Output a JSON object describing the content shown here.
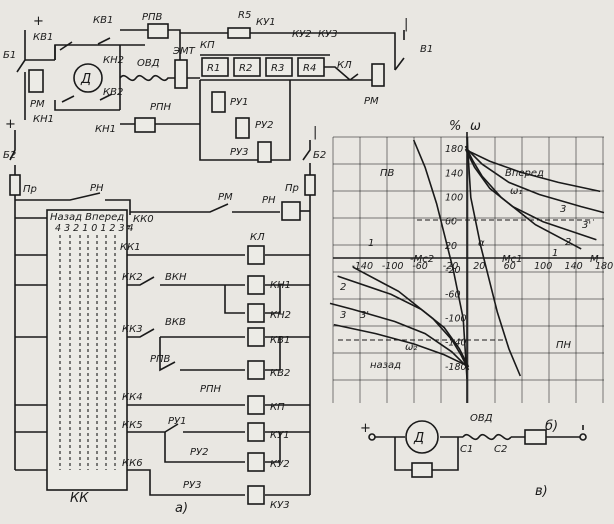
{
  "schematic_a": {
    "top": {
      "plus": "+",
      "minus": "|",
      "b1": "Б1",
      "v1": "В1",
      "rm_left": "РМ",
      "rm_right": "РМ",
      "kv1": "КВ1",
      "rpv": "РПВ",
      "r5": "R5",
      "ku1": "КУ1",
      "ku2": "КУ2",
      "ku3": "КУ3",
      "kn2": "КН2",
      "kp": "КП",
      "d": "Д",
      "ovd": "ОВД",
      "emt": "ЭМТ",
      "r1": "R1",
      "r2": "R2",
      "r3": "R3",
      "r4": "R4",
      "kl": "КЛ",
      "kv2": "КВ2",
      "kn1a": "КН1",
      "kn1b": "КН1",
      "rpn": "РПН",
      "ru1": "РУ1",
      "ru2": "РУ2",
      "ru3": "РУ3"
    },
    "control": {
      "plus": "+",
      "minus": "|",
      "b2_left": "Б2",
      "b2_right": "Б2",
      "pr_left": "Пр",
      "pr_right": "Пр",
      "rn_top": "РН",
      "rm": "РМ",
      "rn_coil": "РН",
      "header": "Назад Вперед",
      "positions": "4 3 2 1 0 1 2 3 4",
      "kk0": "КК0",
      "kk1": "КК1",
      "kl": "КЛ",
      "kk2": "КК2",
      "vkn": "ВКН",
      "kn1": "КН1",
      "kn2": "КН2",
      "vkv": "ВКВ",
      "kk3": "КК3",
      "kv1": "КВ1",
      "rpv": "РПВ",
      "rpn": "РПН",
      "kv2": "КВ2",
      "kk4": "КК4",
      "kp": "КП",
      "kk5": "КК5",
      "ru1": "РУ1",
      "ku1": "КУ1",
      "ru2": "РУ2",
      "kk6": "КК6",
      "ru3": "РУ3",
      "ku2": "КУ2",
      "ku3": "КУ3",
      "kk": "КК",
      "fig": "а)"
    }
  },
  "chart_data": {
    "type": "line",
    "xlabel": "M",
    "ylabel": "ω",
    "ylabel2": "%",
    "x_ticks": [
      "-140",
      "-100",
      "-60",
      "-20",
      "20",
      "60",
      "100",
      "140",
      "180%"
    ],
    "y_ticks": [
      "180",
      "140",
      "100",
      "60",
      "20",
      "-20",
      "-60",
      "-100",
      "-140",
      "-180"
    ],
    "xlim": [
      -180,
      180
    ],
    "ylim": [
      -200,
      200
    ],
    "labels": {
      "pv": "ПВ",
      "pn": "ПН",
      "forward": "Вперед",
      "back": "назад",
      "omega1": "ω₁",
      "omega2": "ω₂",
      "alpha": "α",
      "mc1": "Mс1",
      "mc2": "-Mс2",
      "n1": "1",
      "n2": "2",
      "n3": "3",
      "n3p": "3'",
      "n1b": "1",
      "n2b": "2",
      "n3b": "3",
      "n3pb": "3'",
      "fig": "б)"
    },
    "series": [
      {
        "name": "",
        "points": [
          [
            -2,
            185
          ],
          [
            2,
            175
          ],
          [
            8,
            160
          ],
          [
            20,
            135
          ],
          [
            45,
            100
          ],
          [
            90,
            55
          ],
          [
            150,
            15
          ]
        ]
      },
      {
        "name": "",
        "points": [
          [
            -2,
            180
          ],
          [
            10,
            150
          ],
          [
            30,
            115
          ],
          [
            60,
            85
          ],
          [
            100,
            60
          ],
          [
            170,
            30
          ]
        ]
      },
      {
        "name": "",
        "points": [
          [
            0,
            180
          ],
          [
            20,
            155
          ],
          [
            55,
            125
          ],
          [
            95,
            105
          ],
          [
            150,
            85
          ],
          [
            180,
            75
          ]
        ]
      },
      {
        "name": "",
        "points": [
          [
            0,
            178
          ],
          [
            30,
            160
          ],
          [
            70,
            142
          ],
          [
            120,
            125
          ],
          [
            175,
            110
          ]
        ]
      },
      {
        "name": "",
        "points": [
          [
            2,
            -185
          ],
          [
            -2,
            -175
          ],
          [
            -8,
            -160
          ],
          [
            -20,
            -135
          ],
          [
            -45,
            -100
          ],
          [
            -90,
            -55
          ],
          [
            -150,
            -15
          ]
        ]
      },
      {
        "name": "",
        "points": [
          [
            2,
            -180
          ],
          [
            -10,
            -150
          ],
          [
            -30,
            -115
          ],
          [
            -60,
            -85
          ],
          [
            -100,
            -60
          ],
          [
            -170,
            -30
          ]
        ]
      },
      {
        "name": "",
        "points": [
          [
            0,
            -180
          ],
          [
            -20,
            -155
          ],
          [
            -55,
            -125
          ],
          [
            -95,
            -105
          ],
          [
            -150,
            -85
          ],
          [
            -180,
            -75
          ]
        ]
      },
      {
        "name": "",
        "points": [
          [
            0,
            -178
          ],
          [
            -30,
            -160
          ],
          [
            -70,
            -142
          ],
          [
            -120,
            -125
          ],
          [
            -175,
            -110
          ]
        ]
      },
      {
        "name": "",
        "points": [
          [
            -70,
            195
          ],
          [
            -55,
            150
          ],
          [
            -40,
            90
          ],
          [
            -30,
            40
          ],
          [
            -18,
            -20
          ],
          [
            -5,
            -100
          ],
          [
            0,
            -200
          ]
        ]
      },
      {
        "name": "",
        "points": [
          [
            0,
            200
          ],
          [
            5,
            100
          ],
          [
            18,
            20
          ],
          [
            30,
            -40
          ],
          [
            40,
            -90
          ],
          [
            55,
            -150
          ],
          [
            70,
            -195
          ]
        ]
      }
    ]
  },
  "schematic_v": {
    "plus": "+",
    "d": "Д",
    "ovd": "ОВД",
    "c1": "С1",
    "c2": "С2",
    "fig": "в)"
  }
}
